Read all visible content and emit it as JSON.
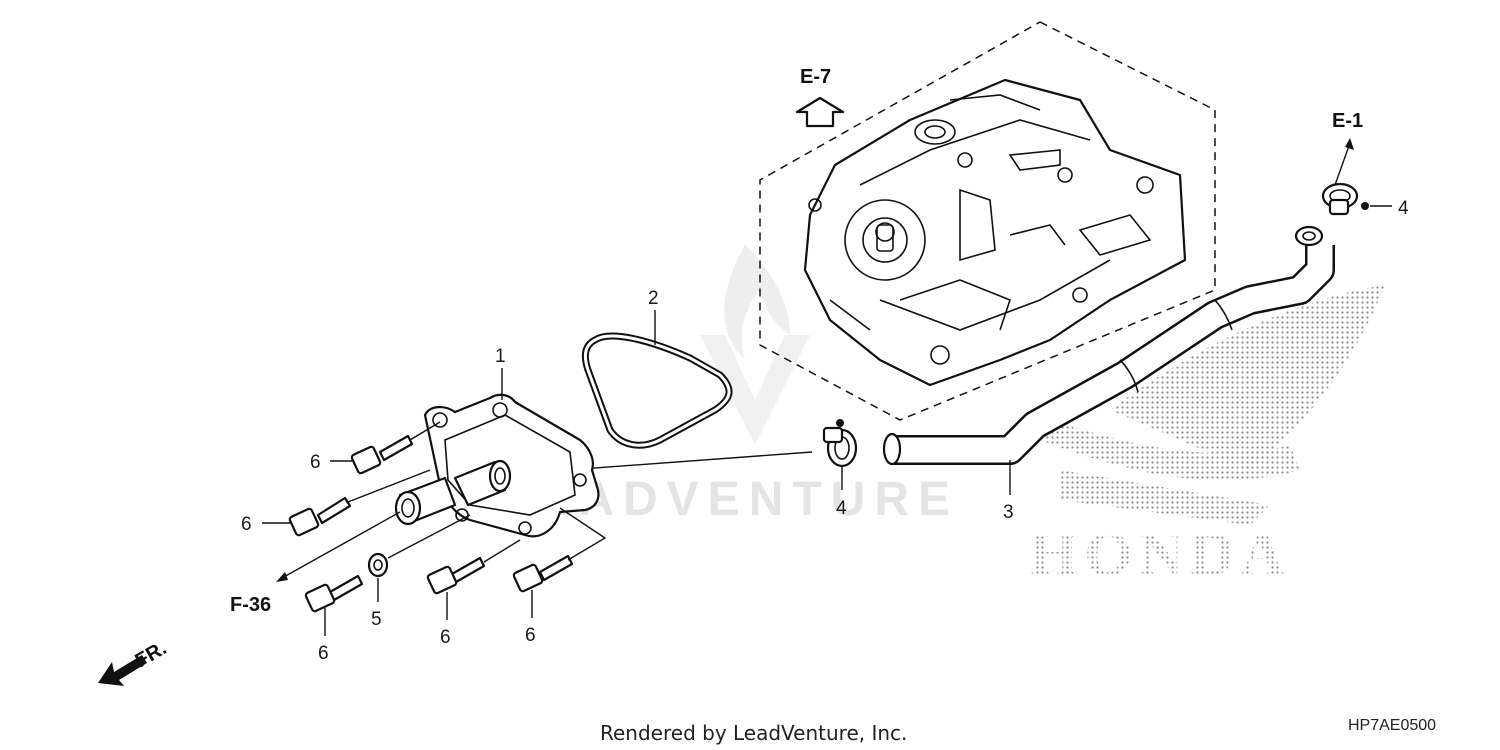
{
  "labels": {
    "p1": "1",
    "p2": "2",
    "p3": "3",
    "p4a": "4",
    "p4b": "4",
    "p5": "5",
    "p6a": "6",
    "p6b": "6",
    "p6c": "6",
    "p6d": "6",
    "p6e": "6"
  },
  "refs": {
    "e7": "E-7",
    "e1": "E-1",
    "f36": "F-36",
    "fr": "FR."
  },
  "footer": {
    "rendered_by": "Rendered by LeadVenture, Inc.",
    "diagram_code": "HP7AE0500"
  },
  "watermark": {
    "brand": "HONDA",
    "lead": "LEADVENTURE"
  }
}
